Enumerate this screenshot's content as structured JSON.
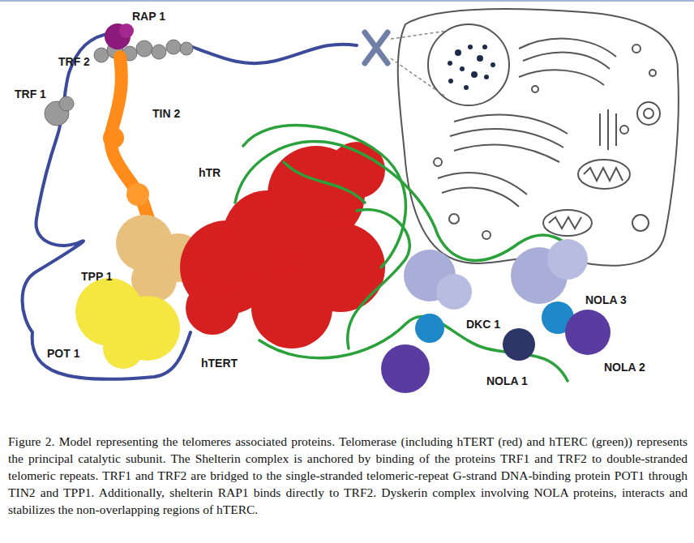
{
  "diagram": {
    "caption": "Figure 2. Model representing the telomeres associated proteins. Telomerase (including hTERT (red) and hTERC (green)) represents the principal catalytic subunit. The Shelterin complex is anchored by binding of the proteins TRF1 and TRF2 to double-stranded telomeric repeats. TRF1 and TRF2 are bridged to the single-stranded telomeric-repeat G-strand DNA-binding protein POT1 through TIN2 and TPP1. Additionally, shelterin RAP1 binds directly to TRF2. Dyskerin complex involving NOLA proteins, interacts and stabilizes the non-overlapping regions of hTERC.",
    "labels": [
      "RAP 1",
      "TRF 2",
      "TRF 1",
      "TIN 2",
      "hTR",
      "TPP 1",
      "POT 1",
      "hTERT",
      "DKC 1",
      "NOLA 3",
      "NOLA 1",
      "NOLA 2"
    ]
  }
}
